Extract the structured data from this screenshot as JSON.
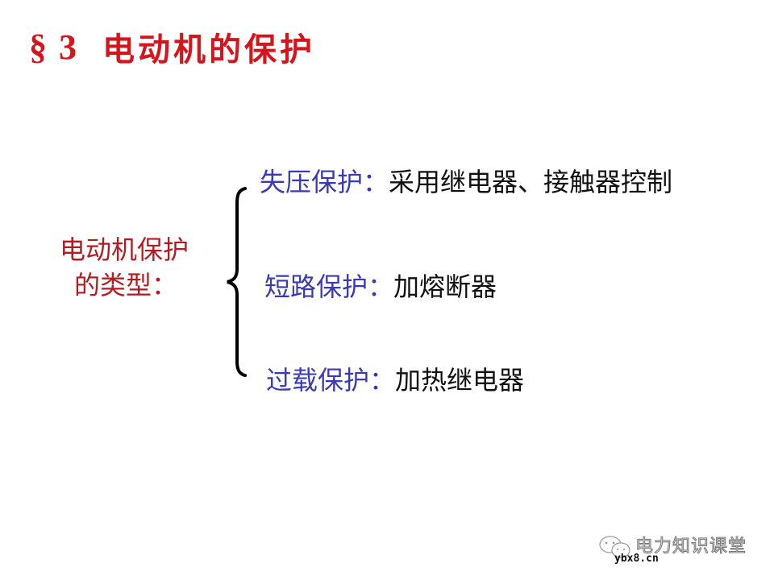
{
  "slide": {
    "title": {
      "section": "§ 3",
      "text": "电动机的保护"
    },
    "category_label": {
      "line1": "电动机保护",
      "line2": "的类型："
    },
    "items": [
      {
        "type": "失压保护：",
        "method": "采用继电器、接触器控制"
      },
      {
        "type": "短路保护：",
        "method": "加熔断器"
      },
      {
        "type": "过载保护：",
        "method": "加热继电器"
      }
    ],
    "colors": {
      "title": "#d6141c",
      "label": "#b01c22",
      "item_type": "#3a3ab4",
      "item_method": "#111111"
    }
  },
  "watermark": {
    "icon": "wechat-icon",
    "name": "电力知识课堂",
    "url": "ybx8.cn"
  }
}
